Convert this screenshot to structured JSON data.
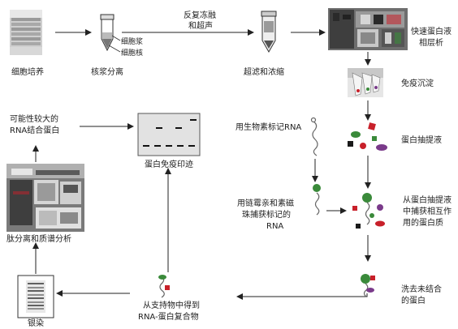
{
  "steps": {
    "cell_culture": "细胞培养",
    "nuclear_separation": "核浆分离",
    "cytoplasm": "细胞浆",
    "nucleus": "细胞核",
    "freeze_thaw_line1": "反复冻融",
    "freeze_thaw_line2": "和超声",
    "ultrafiltration": "超滤和浓缩",
    "fplc_line1": "快速蛋白液",
    "fplc_line2": "相层析",
    "immunoprecipitation": "免疫沉淀",
    "protein_extract": "蛋白抽提液",
    "biotin_label": "用生物素标记RNA",
    "streptavidin_line1": "用链霉亲和素磁",
    "streptavidin_line2": "珠捕获标记的",
    "streptavidin_line3": "RNA",
    "capture_line1": "从蛋白抽提液",
    "capture_line2": "中捕获相互作",
    "capture_line3": "用的蛋白质",
    "wash_line1": "洗去未结合",
    "wash_line2": "的蛋白",
    "elute_line1": "从支持物中得到",
    "elute_line2": "RNA-蛋白复合物",
    "silver_stain": "银染",
    "peptide_ms": "肽分离和质谱分析",
    "candidate_line1": "可能性较大的",
    "candidate_line2": "RNA结合蛋白",
    "western_blot": "蛋白免疫印迹"
  },
  "colors": {
    "arrow": "#222222",
    "protein_red": "#c8202a",
    "protein_green": "#3a8a3a",
    "protein_purple": "#7a3a8a",
    "protein_dark": "#1a1a1a",
    "rna_line": "#666666"
  },
  "icons": [
    "culture-dish-icon",
    "centrifuge-tube-icon",
    "filter-tube-icon",
    "chromatography-instrument-icon",
    "ip-tubes-icon",
    "protein-mixture-icon",
    "biotin-rna-icon",
    "bead-rna-icon",
    "captured-complex-icon",
    "washed-complex-icon",
    "eluted-complex-icon",
    "silver-gel-icon",
    "mass-spectrometer-icon",
    "western-blot-membrane-icon"
  ]
}
